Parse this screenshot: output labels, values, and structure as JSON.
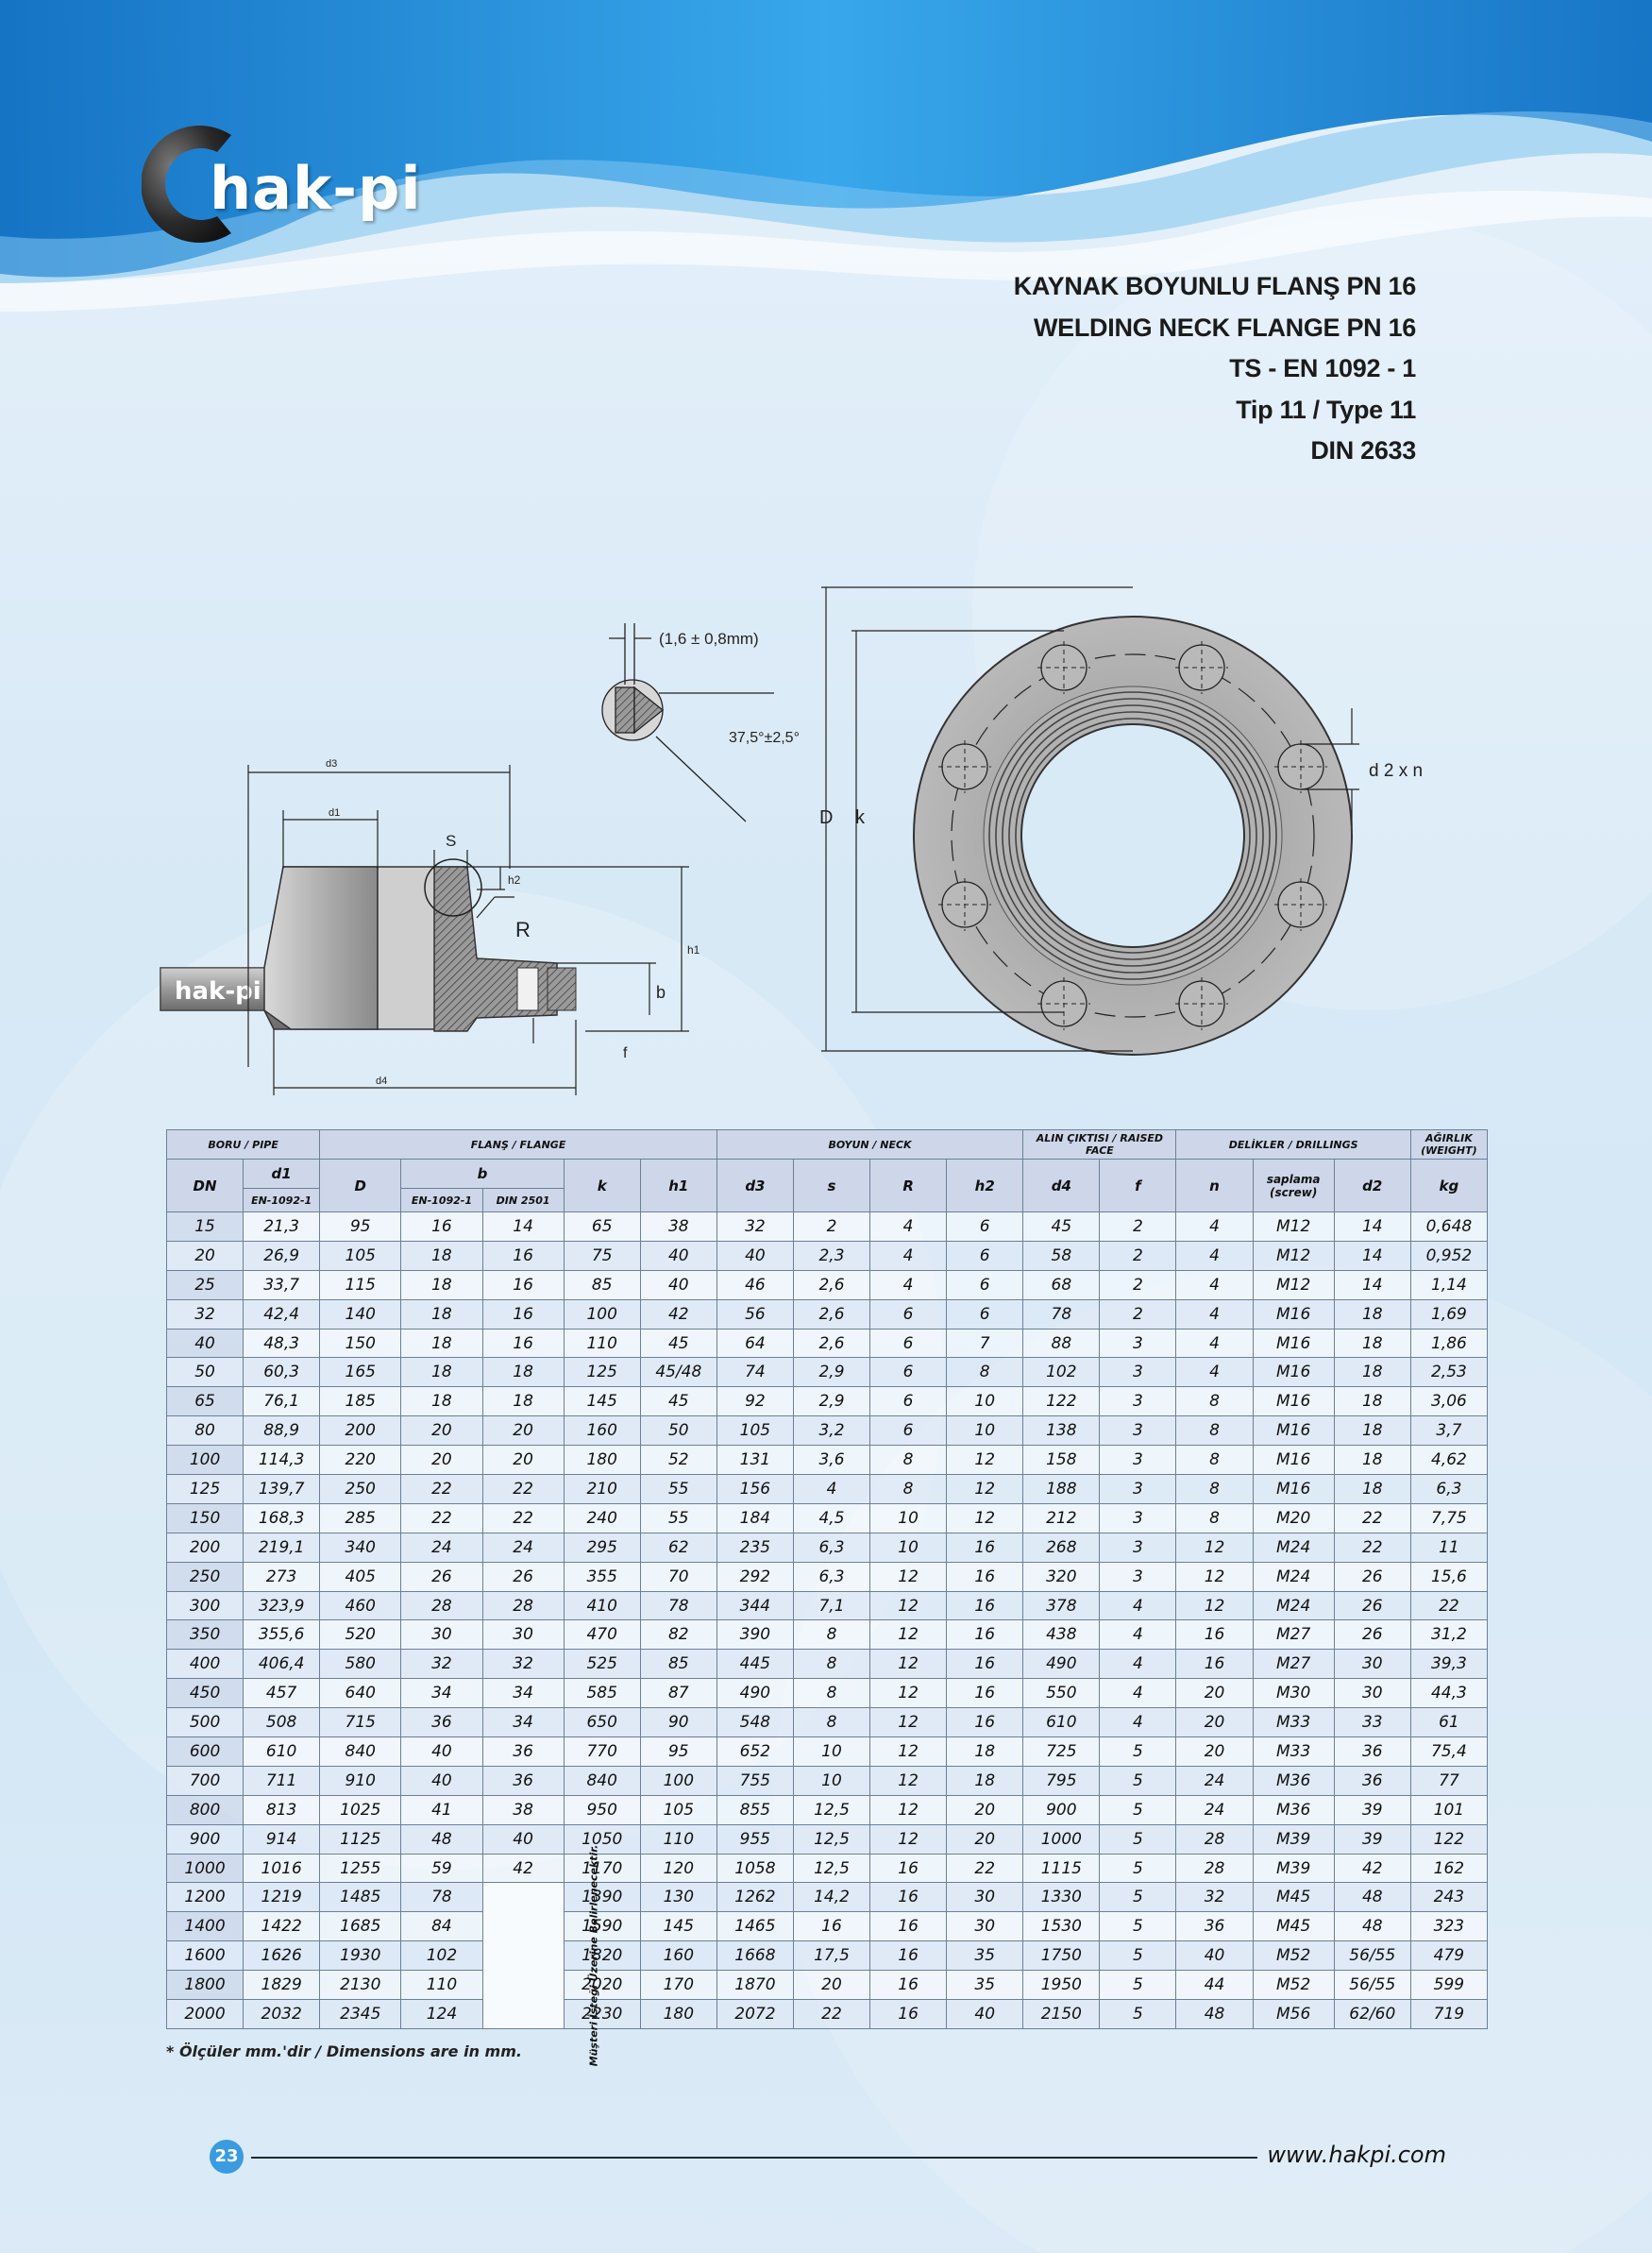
{
  "brand": {
    "name": "hak-pi",
    "logo_letter": "C",
    "stamp": "hak-pi"
  },
  "titles": [
    "KAYNAK BOYUNLU FLANŞ PN 16",
    "WELDING NECK FLANGE PN 16",
    "TS - EN 1092 - 1",
    "Tip 11 / Type 11",
    "DIN 2633"
  ],
  "drawing_labels": {
    "tolerance": "(1,6 ± 0,8mm)",
    "angle": "37,5°±2,5°",
    "d3": "d3",
    "d1": "d1",
    "d4": "d4",
    "s": "S",
    "h2": "h2",
    "h1": "h1",
    "R": "R",
    "b": "b",
    "f": "f",
    "D": "D",
    "k": "k",
    "d2xn": "d 2 x n"
  },
  "table": {
    "groups": {
      "pipe": "BORU / PIPE",
      "flange": "FLANŞ / FLANGE",
      "neck": "BOYUN / NECK",
      "raised": "ALIN ÇIKTISI / RAISED FACE",
      "drill": "DELİKLER / DRILLINGS",
      "weight": "AĞIRLIK (WEIGHT)"
    },
    "sub": {
      "DN": "DN",
      "d1": "d1",
      "D": "D",
      "b": "b",
      "k": "k",
      "h1": "h1",
      "d3": "d3",
      "s": "s",
      "R": "R",
      "h2": "h2",
      "d4": "d4",
      "f": "f",
      "n": "n",
      "screw": "saplama (screw)",
      "d2": "d2",
      "kg": "kg"
    },
    "third": {
      "en": "EN-1092-1",
      "en_b": "EN-1092-1",
      "din": "DIN 2501"
    },
    "note": "Müşteri İsteği Üzerine Belirlenecektir.",
    "rows": [
      [
        "15",
        "21,3",
        "95",
        "16",
        "14",
        "65",
        "38",
        "32",
        "2",
        "4",
        "6",
        "45",
        "2",
        "4",
        "M12",
        "14",
        "0,648"
      ],
      [
        "20",
        "26,9",
        "105",
        "18",
        "16",
        "75",
        "40",
        "40",
        "2,3",
        "4",
        "6",
        "58",
        "2",
        "4",
        "M12",
        "14",
        "0,952"
      ],
      [
        "25",
        "33,7",
        "115",
        "18",
        "16",
        "85",
        "40",
        "46",
        "2,6",
        "4",
        "6",
        "68",
        "2",
        "4",
        "M12",
        "14",
        "1,14"
      ],
      [
        "32",
        "42,4",
        "140",
        "18",
        "16",
        "100",
        "42",
        "56",
        "2,6",
        "6",
        "6",
        "78",
        "2",
        "4",
        "M16",
        "18",
        "1,69"
      ],
      [
        "40",
        "48,3",
        "150",
        "18",
        "16",
        "110",
        "45",
        "64",
        "2,6",
        "6",
        "7",
        "88",
        "3",
        "4",
        "M16",
        "18",
        "1,86"
      ],
      [
        "50",
        "60,3",
        "165",
        "18",
        "18",
        "125",
        "45/48",
        "74",
        "2,9",
        "6",
        "8",
        "102",
        "3",
        "4",
        "M16",
        "18",
        "2,53"
      ],
      [
        "65",
        "76,1",
        "185",
        "18",
        "18",
        "145",
        "45",
        "92",
        "2,9",
        "6",
        "10",
        "122",
        "3",
        "8",
        "M16",
        "18",
        "3,06"
      ],
      [
        "80",
        "88,9",
        "200",
        "20",
        "20",
        "160",
        "50",
        "105",
        "3,2",
        "6",
        "10",
        "138",
        "3",
        "8",
        "M16",
        "18",
        "3,7"
      ],
      [
        "100",
        "114,3",
        "220",
        "20",
        "20",
        "180",
        "52",
        "131",
        "3,6",
        "8",
        "12",
        "158",
        "3",
        "8",
        "M16",
        "18",
        "4,62"
      ],
      [
        "125",
        "139,7",
        "250",
        "22",
        "22",
        "210",
        "55",
        "156",
        "4",
        "8",
        "12",
        "188",
        "3",
        "8",
        "M16",
        "18",
        "6,3"
      ],
      [
        "150",
        "168,3",
        "285",
        "22",
        "22",
        "240",
        "55",
        "184",
        "4,5",
        "10",
        "12",
        "212",
        "3",
        "8",
        "M20",
        "22",
        "7,75"
      ],
      [
        "200",
        "219,1",
        "340",
        "24",
        "24",
        "295",
        "62",
        "235",
        "6,3",
        "10",
        "16",
        "268",
        "3",
        "12",
        "M24",
        "22",
        "11"
      ],
      [
        "250",
        "273",
        "405",
        "26",
        "26",
        "355",
        "70",
        "292",
        "6,3",
        "12",
        "16",
        "320",
        "3",
        "12",
        "M24",
        "26",
        "15,6"
      ],
      [
        "300",
        "323,9",
        "460",
        "28",
        "28",
        "410",
        "78",
        "344",
        "7,1",
        "12",
        "16",
        "378",
        "4",
        "12",
        "M24",
        "26",
        "22"
      ],
      [
        "350",
        "355,6",
        "520",
        "30",
        "30",
        "470",
        "82",
        "390",
        "8",
        "12",
        "16",
        "438",
        "4",
        "16",
        "M27",
        "26",
        "31,2"
      ],
      [
        "400",
        "406,4",
        "580",
        "32",
        "32",
        "525",
        "85",
        "445",
        "8",
        "12",
        "16",
        "490",
        "4",
        "16",
        "M27",
        "30",
        "39,3"
      ],
      [
        "450",
        "457",
        "640",
        "34",
        "34",
        "585",
        "87",
        "490",
        "8",
        "12",
        "16",
        "550",
        "4",
        "20",
        "M30",
        "30",
        "44,3"
      ],
      [
        "500",
        "508",
        "715",
        "36",
        "34",
        "650",
        "90",
        "548",
        "8",
        "12",
        "16",
        "610",
        "4",
        "20",
        "M33",
        "33",
        "61"
      ],
      [
        "600",
        "610",
        "840",
        "40",
        "36",
        "770",
        "95",
        "652",
        "10",
        "12",
        "18",
        "725",
        "5",
        "20",
        "M33",
        "36",
        "75,4"
      ],
      [
        "700",
        "711",
        "910",
        "40",
        "36",
        "840",
        "100",
        "755",
        "10",
        "12",
        "18",
        "795",
        "5",
        "24",
        "M36",
        "36",
        "77"
      ],
      [
        "800",
        "813",
        "1025",
        "41",
        "38",
        "950",
        "105",
        "855",
        "12,5",
        "12",
        "20",
        "900",
        "5",
        "24",
        "M36",
        "39",
        "101"
      ],
      [
        "900",
        "914",
        "1125",
        "48",
        "40",
        "1050",
        "110",
        "955",
        "12,5",
        "12",
        "20",
        "1000",
        "5",
        "28",
        "M39",
        "39",
        "122"
      ],
      [
        "1000",
        "1016",
        "1255",
        "59",
        "42",
        "1170",
        "120",
        "1058",
        "12,5",
        "16",
        "22",
        "1115",
        "5",
        "28",
        "M39",
        "42",
        "162"
      ],
      [
        "1200",
        "1219",
        "1485",
        "78",
        "",
        "1390",
        "130",
        "1262",
        "14,2",
        "16",
        "30",
        "1330",
        "5",
        "32",
        "M45",
        "48",
        "243"
      ],
      [
        "1400",
        "1422",
        "1685",
        "84",
        "",
        "1590",
        "145",
        "1465",
        "16",
        "16",
        "30",
        "1530",
        "5",
        "36",
        "M45",
        "48",
        "323"
      ],
      [
        "1600",
        "1626",
        "1930",
        "102",
        "",
        "1820",
        "160",
        "1668",
        "17,5",
        "16",
        "35",
        "1750",
        "5",
        "40",
        "M52",
        "56/55",
        "479"
      ],
      [
        "1800",
        "1829",
        "2130",
        "110",
        "",
        "2020",
        "170",
        "1870",
        "20",
        "16",
        "35",
        "1950",
        "5",
        "44",
        "M52",
        "56/55",
        "599"
      ],
      [
        "2000",
        "2032",
        "2345",
        "124",
        "",
        "2230",
        "180",
        "2072",
        "22",
        "16",
        "40",
        "2150",
        "5",
        "48",
        "M56",
        "62/60",
        "719"
      ]
    ]
  },
  "footnote": "* Ölçüler mm.'dir / Dimensions are in mm.",
  "footer": {
    "page": "23",
    "url": "www.hakpi.com"
  },
  "colors": {
    "accent_blue": "#1a8ad8",
    "header_bg": "#cdd7e9",
    "border": "#6c7f97"
  }
}
